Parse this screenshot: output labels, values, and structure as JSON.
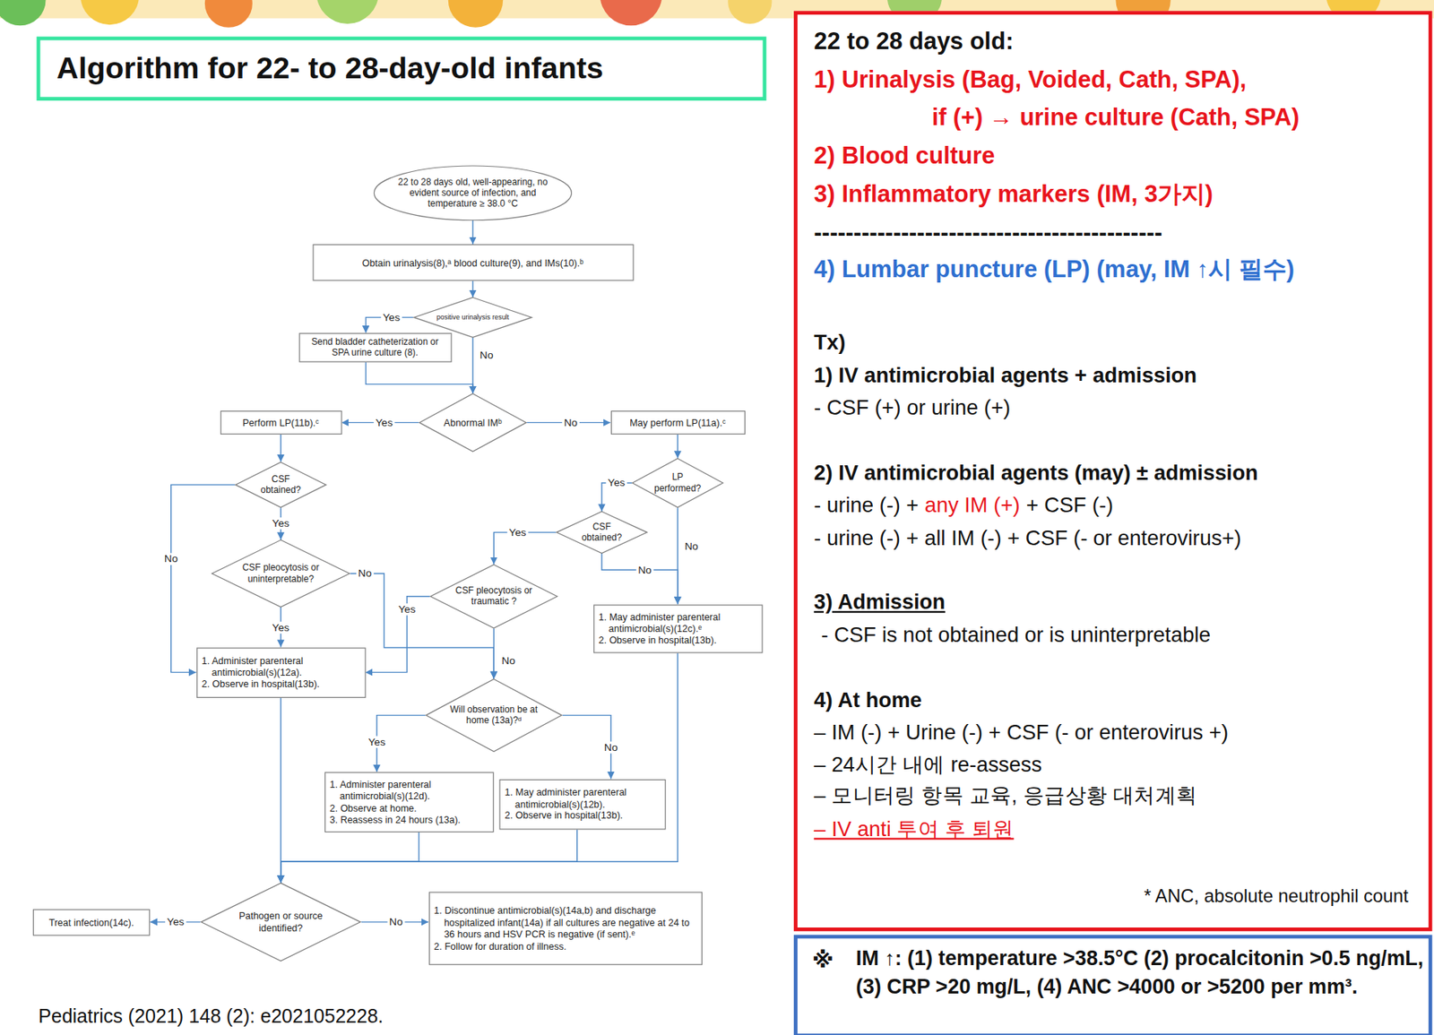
{
  "diagram": {
    "title": "Algorithm for 22- to 28-day-old infants",
    "nodes": [
      {
        "text": [
          "22 to 28 days old, well-appearing, no evident source of infection, and temperature ≥ 38.0 °C"
        ]
      },
      {
        "text": [
          "Obtain urinalysis(8),ᵃ blood culture(9), and IMs(10).ᵇ"
        ]
      },
      {
        "text": [
          "positive urinalysis result"
        ]
      },
      {
        "text": [
          "Send bladder catheterization or SPA urine culture (8)."
        ]
      },
      {
        "text": [
          "Abnormal IMᵇ"
        ]
      },
      {
        "text": [
          "Perform LP(11b).ᶜ"
        ]
      },
      {
        "text": [
          "May perform LP(11a).ᶜ"
        ]
      },
      {
        "text": [
          "CSF obtained?"
        ]
      },
      {
        "text": [
          "LP performed?"
        ]
      },
      {
        "text": [
          "CSF obtained?"
        ]
      },
      {
        "text": [
          "CSF pleocytosis or uninterpretable?"
        ]
      },
      {
        "text": [
          "CSF pleocytosis or traumatic ?"
        ]
      },
      {
        "text": [
          "1. Administer parenteral antimicrobial(s)(12a).",
          "2. Observe in hospital(13b)."
        ]
      },
      {
        "text": [
          "1. May administer parenteral antimicrobial(s)(12c).ᵉ",
          "2. Observe in hospital(13b)."
        ]
      },
      {
        "text": [
          "Will observation be at home (13a)?ᵈ"
        ]
      },
      {
        "text": [
          "1. Administer parenteral antimicrobial(s)(12d).",
          "2. Observe at home.",
          "3. Reassess in 24 hours (13a)."
        ]
      },
      {
        "text": [
          "1. May administer parenteral antimicrobial(s)(12b).",
          "2. Observe in hospital(13b)."
        ]
      },
      {
        "text": [
          "Pathogen or source identified?"
        ]
      },
      {
        "text": [
          "Treat infection(14c)."
        ]
      },
      {
        "text": [
          "1. Discontinue antimicrobial(s)(14a,b) and discharge hospitalized infant(14a) if all cultures are negative at 24 to 36 hours and HSV PCR is negative (if sent).ᵉ",
          "2. Follow for duration of illness."
        ]
      },
      {
        "text": [
          "22 to 28 days old:",
          "1) Urinalysis (Bag, Voided, Cath, SPA),",
          "if (+) → urine culture (Cath, SPA)",
          "2) Blood culture",
          "3) Inflammatory markers (IM, 3가지)",
          "--------------------------------------------",
          "4) Lumbar puncture (LP) (may, IM ↑시 필수)",
          "Tx)",
          "1) IV antimicrobial agents + admission",
          "- CSF (+) or urine (+)",
          "2) IV antimicrobial agents (may) ± admission",
          "- urine (-) +",
          "any IM (+)",
          "+ CSF (-)",
          "- urine (-) + all IM (-) + CSF (- or enterovirus+)",
          "3) Admission",
          "- CSF is not obtained or is uninterpretable",
          "4)  At home",
          "– IM (-) + Urine (-) + CSF (- or enterovirus +)",
          "– 24시간 내에 re-assess",
          "– 모니터링 항목 교육, 응급상황 대처계획",
          "– IV anti 투여 후 퇴원",
          "* ANC, absolute neutrophil count"
        ]
      },
      {
        "text": [
          "※",
          "IM ↑: (1) temperature >38.5°C (2) procalcitonin >0.5 ng/mL, (3) CRP >20 mg/L, (4) ANC >4000 or >5200 per mm³."
        ]
      }
    ],
    "edges": [
      {
        "from": 0,
        "to": 1,
        "arrow": "to"
      },
      {
        "from": 1,
        "to": 2,
        "arrow": "to"
      },
      {
        "from": 2,
        "to": 3,
        "label": "Yes",
        "arrow": "to"
      },
      {
        "from": 2,
        "to": 4,
        "label": "No",
        "arrow": "to"
      },
      {
        "from": 3,
        "to": 4,
        "arrow": "to"
      },
      {
        "from": 4,
        "to": 5,
        "label": "Yes",
        "arrow": "to"
      },
      {
        "from": 4,
        "to": 6,
        "label": "No",
        "arrow": "to"
      },
      {
        "from": 5,
        "to": 7,
        "arrow": "to"
      },
      {
        "from": 6,
        "to": 8,
        "arrow": "to"
      },
      {
        "from": 7,
        "to": 10,
        "label": "Yes",
        "arrow": "to"
      },
      {
        "from": 7,
        "to": 12,
        "label": "No",
        "arrow": "to"
      },
      {
        "from": 8,
        "to": 9,
        "label": "Yes",
        "arrow": "to"
      },
      {
        "from": 8,
        "to": 13,
        "label": "No",
        "arrow": "to"
      },
      {
        "from": 9,
        "to": 13,
        "label": "No",
        "arrow": "to"
      },
      {
        "from": 9,
        "to": 11,
        "label": "Yes",
        "arrow": "to"
      },
      {
        "from": 10,
        "to": 12,
        "label": "Yes",
        "arrow": "to"
      },
      {
        "from": 10,
        "to": 14,
        "label": "No",
        "arrow": "to"
      },
      {
        "from": 11,
        "to": 12,
        "label": "Yes",
        "arrow": "to"
      },
      {
        "from": 11,
        "to": 14,
        "label": "No",
        "arrow": "to"
      },
      {
        "from": 14,
        "to": 15,
        "label": "Yes",
        "arrow": "to"
      },
      {
        "from": 14,
        "to": 16,
        "label": "No",
        "arrow": "to"
      },
      {
        "from": 12,
        "to": 17,
        "arrow": "to"
      },
      {
        "from": 15,
        "to": 17,
        "arrow": "to"
      },
      {
        "from": 16,
        "to": 17,
        "arrow": "to"
      },
      {
        "from": 13,
        "to": 17,
        "arrow": "to"
      },
      {
        "from": 17,
        "to": 18,
        "label": "Yes",
        "arrow": "to"
      },
      {
        "from": 17,
        "to": 19,
        "label": "No",
        "arrow": "to"
      }
    ],
    "labels": [
      "Pediatrics (2021) 148 (2): e2021052228."
    ]
  }
}
